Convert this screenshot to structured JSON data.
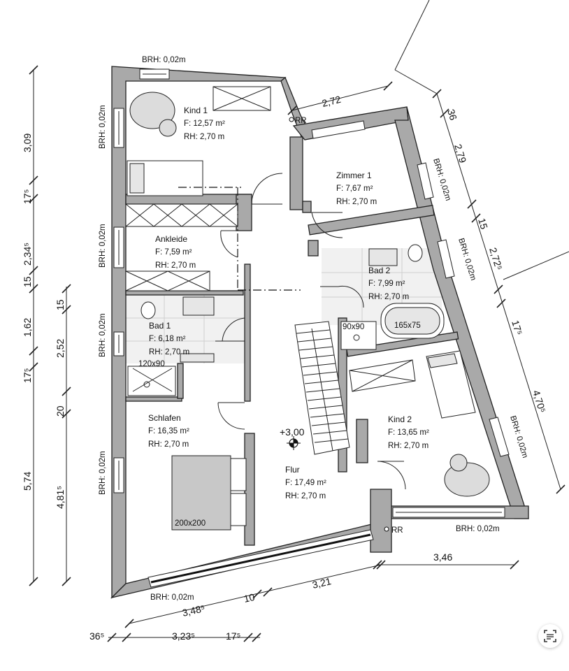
{
  "rooms": {
    "kind1": {
      "name": "Kind 1",
      "area": "F:  12,57 m²",
      "height": "RH: 2,70 m"
    },
    "zimmer1": {
      "name": "Zimmer 1",
      "area": "F:   7,67 m²",
      "height": "RH: 2,70 m"
    },
    "ankleide": {
      "name": "Ankleide",
      "area": "F:   7,59 m²",
      "height": "RH: 2,70 m"
    },
    "bad2": {
      "name": "Bad 2",
      "area": "F:   7,99 m²",
      "height": "RH: 2,70 m"
    },
    "bad1": {
      "name": "Bad 1",
      "area": "F:   6,18 m²",
      "height": "RH: 2,70 m"
    },
    "schlafen": {
      "name": "Schlafen",
      "area": "F:  16,35 m²",
      "height": "RH: 2,70 m"
    },
    "kind2": {
      "name": "Kind 2",
      "area": "F:  13,65 m²",
      "height": "RH: 2,70 m"
    },
    "flur": {
      "name": "Flur",
      "area": "F:  17,49 m²",
      "height": "RH: 2,70 m"
    }
  },
  "window_label": "BRH: 0,02m",
  "rr_label": "RR",
  "level_mark": "+3,00",
  "furniture": {
    "shower1": "120x90",
    "shower2": "90x90",
    "bathtub": "165x75",
    "bed": "200x200"
  },
  "dimensions": {
    "left_outer": [
      "3,09",
      "17⁵",
      "2,34⁵",
      "15",
      "1,62",
      "17⁵",
      "5,74"
    ],
    "left_inner": [
      "15",
      "2,52",
      "20",
      "4,81⁵"
    ],
    "top": "2,72",
    "right": [
      "36",
      "2,79",
      "15",
      "2,72⁵",
      "17⁵",
      "4,70⁵"
    ],
    "bottom_right": "3,46",
    "bottom": [
      "3,48⁵",
      "10",
      "3,21"
    ],
    "bottom_outer": [
      "36⁵",
      "3,23⁵",
      "17⁵"
    ]
  }
}
